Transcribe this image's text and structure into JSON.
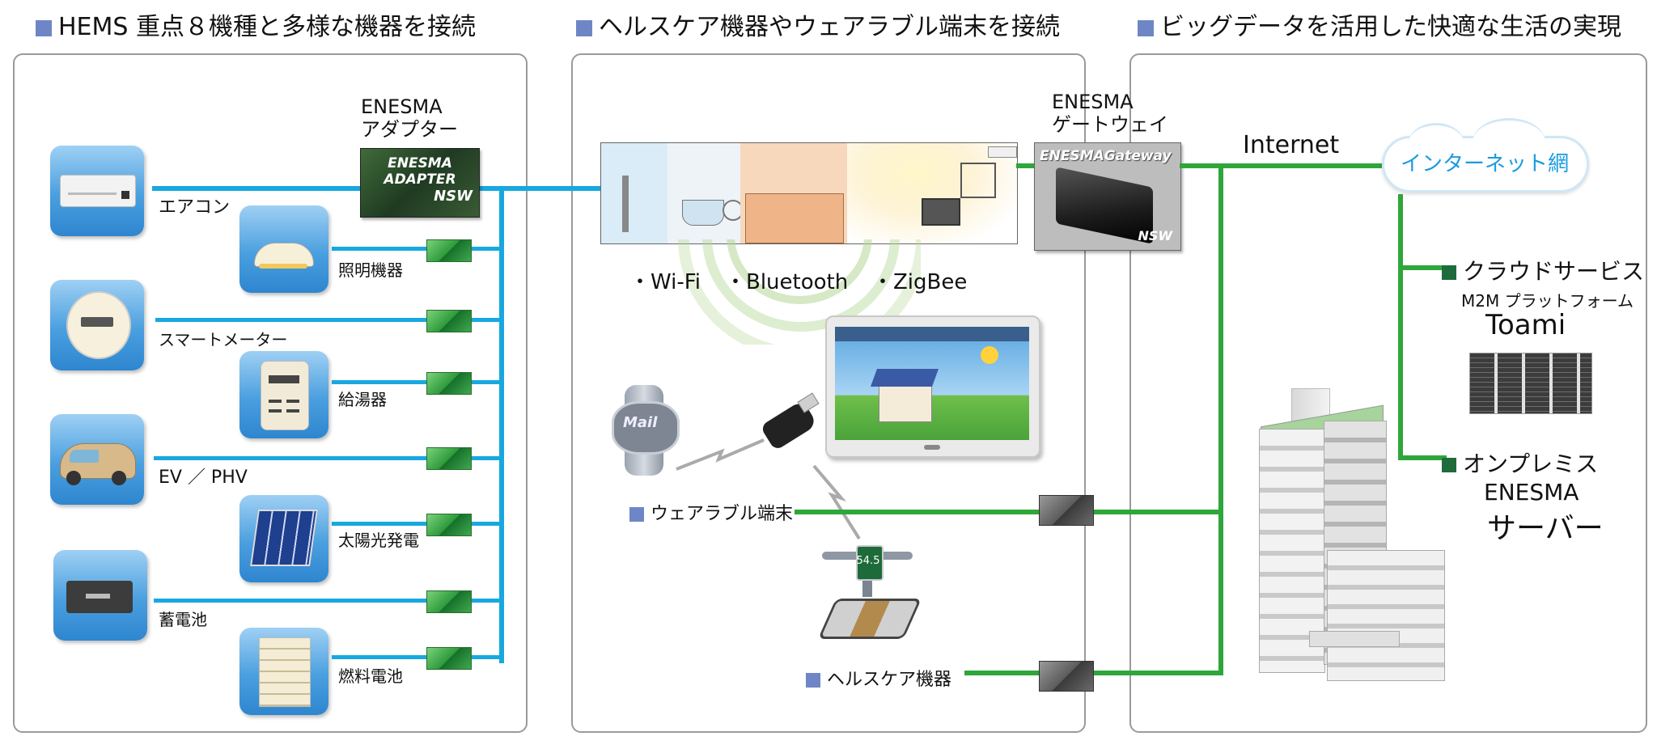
{
  "colors": {
    "heading_square": "#6f86c6",
    "blue_line": "#18a8e0",
    "green_line": "#2fa63a",
    "cloud_text": "#1a9be0",
    "bullet_dark_green": "#1f6b3c"
  },
  "headings": {
    "left": "HEMS 重点８機種と多様な機器を接続",
    "middle": "ヘルスケア機器やウェアラブル端末を接続",
    "right": "ビッグデータを活用した快適な生活の実現"
  },
  "left_panel": {
    "adapter_title_line1": "ENESMA",
    "adapter_title_line2": "アダプター",
    "adapter_box_line1": "ENESMA",
    "adapter_box_line2": "ADAPTER",
    "adapter_box_brand": "NSW",
    "devices": [
      {
        "label": "エアコン",
        "icon": "air-conditioner-icon"
      },
      {
        "label": "照明機器",
        "icon": "ceiling-light-icon"
      },
      {
        "label": "スマートメーター",
        "icon": "smart-meter-icon"
      },
      {
        "label": "給湯器",
        "icon": "water-heater-icon"
      },
      {
        "label": "EV ／ PHV",
        "icon": "car-icon"
      },
      {
        "label": "太陽光発電",
        "icon": "solar-panel-icon"
      },
      {
        "label": "蓄電池",
        "icon": "storage-battery-icon"
      },
      {
        "label": "燃料電池",
        "icon": "fuel-cell-icon"
      }
    ]
  },
  "middle_panel": {
    "protocols": [
      "・Wi-Fi",
      "・Bluetooth",
      "・ZigBee"
    ],
    "watch_text": "Mail",
    "scale_reading": "54.5",
    "wearable_label": "ウェアラブル端末",
    "healthcare_label": "ヘルスケア機器"
  },
  "gateway": {
    "title_line1": "ENESMA",
    "title_line2": "ゲートウェイ",
    "box_label": "ENESMAGateway",
    "box_brand": "NSW"
  },
  "right_panel": {
    "internet_label": "Internet",
    "cloud_label": "インターネット網",
    "cloud_service_label": "クラウドサービス",
    "platform_subtitle": "M2M プラットフォーム",
    "platform_name": "Toami",
    "onpremise_label": "オンプレミス",
    "server_line1": "ENESMA",
    "server_line2": "サーバー"
  }
}
